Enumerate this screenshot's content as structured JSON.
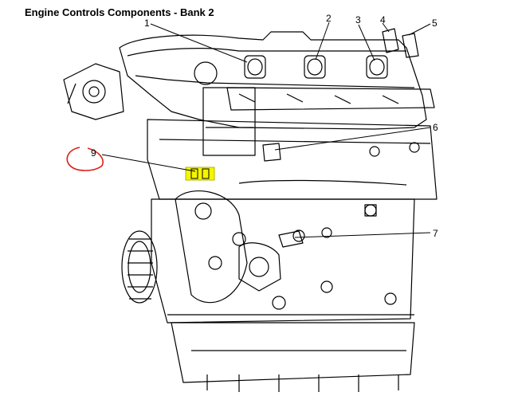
{
  "title": "Engine Controls Components - Bank 2",
  "callouts": [
    {
      "id": "1",
      "label": "1"
    },
    {
      "id": "2",
      "label": "2"
    },
    {
      "id": "3",
      "label": "3"
    },
    {
      "id": "4",
      "label": "4"
    },
    {
      "id": "5",
      "label": "5"
    },
    {
      "id": "6",
      "label": "6"
    },
    {
      "id": "7",
      "label": "7"
    },
    {
      "id": "9",
      "label": "9"
    }
  ],
  "colors": {
    "line": "#000000",
    "highlight": "#f5f500",
    "annotation": "#e0201a"
  }
}
